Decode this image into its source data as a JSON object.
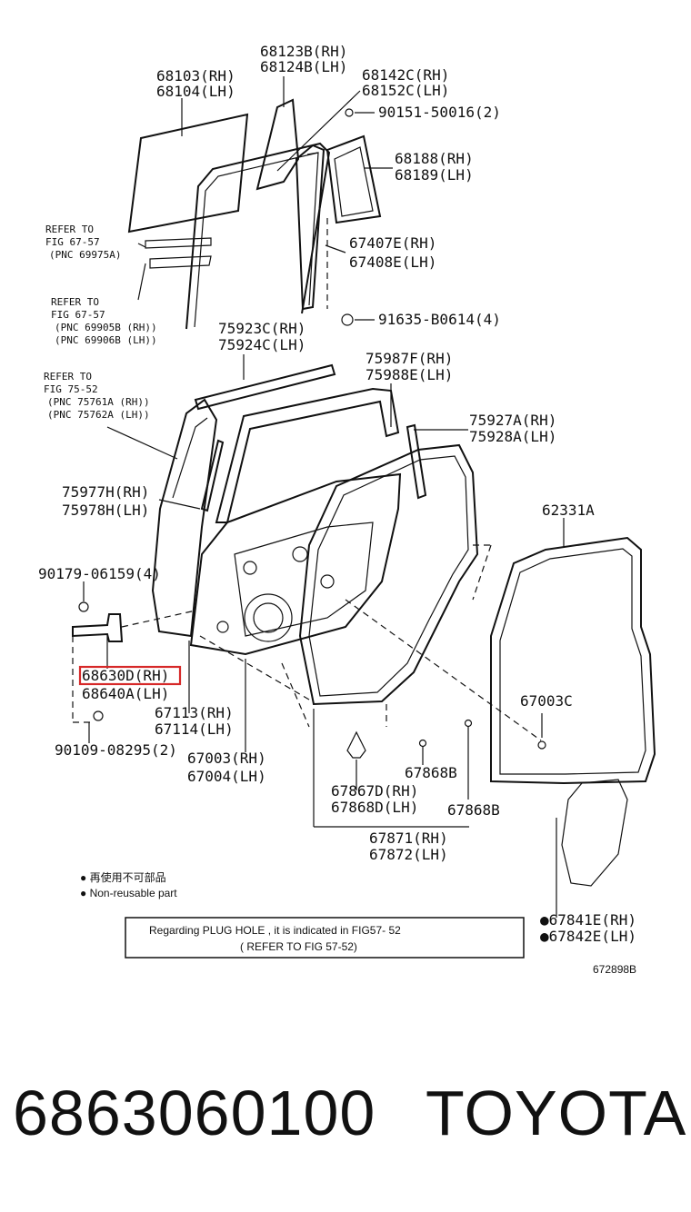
{
  "diagram": {
    "labels": {
      "l68103": "68103(RH)",
      "l68104": "68104(LH)",
      "l68123b": "68123B(RH)",
      "l68124b": "68124B(LH)",
      "l68142c": "68142C(RH)",
      "l68152c": "68152C(LH)",
      "l90151": "90151-50016(2)",
      "l68188": "68188(RH)",
      "l68189": "68189(LH)",
      "l67407e": "67407E(RH)",
      "l67408e": "67408E(LH)",
      "l91635": "91635-B0614(4)",
      "l75923c": "75923C(RH)",
      "l75924c": "75924C(LH)",
      "l75987f": "75987F(RH)",
      "l75988e": "75988E(LH)",
      "l75927a": "75927A(RH)",
      "l75928a": "75928A(LH)",
      "l75977h": "75977H(RH)",
      "l75978h": "75978H(LH)",
      "l62331a": "62331A",
      "l90179": "90179-06159(4)",
      "l68630d": "68630D(RH)",
      "l68640a": "68640A(LH)",
      "l67113": "67113(RH)",
      "l67114": "67114(LH)",
      "l67003c": "67003C",
      "l90109": "90109-08295(2)",
      "l67003": "67003(RH)",
      "l67004": "67004(LH)",
      "l67868b_1": "67868B",
      "l67867d": "67867D(RH)",
      "l67868d": "67868D(LH)",
      "l67868b_2": "67868B",
      "l67871": "67871(RH)",
      "l67872": "67872(LH)",
      "l67841e": "●67841E(RH)",
      "l67842e": "●67842E(LH)"
    },
    "refs": {
      "r1a": "REFER TO",
      "r1b": "FIG 67-57",
      "r1c": "(PNC 69975A)",
      "r2a": "REFER TO",
      "r2b": "FIG 67-57",
      "r2c": "(PNC 69905B (RH))",
      "r2d": "(PNC 69906B (LH))",
      "r3a": "REFER TO",
      "r3b": "FIG 75-52",
      "r3c": "(PNC 75761A (RH))",
      "r3d": "(PNC 75762A (LH))"
    },
    "legend": {
      "jp": "● 再使用不可部品",
      "en": "● Non-reusable part"
    },
    "note": {
      "line1": "Regarding PLUG HOLE , it is indicated in FIG57- 52",
      "line2": "( REFER TO FIG 57-52)"
    },
    "figure_code": "672898B",
    "highlight_color": "#d62828"
  },
  "footer": {
    "part_number": "6863060100",
    "brand": "TOYOTA"
  }
}
